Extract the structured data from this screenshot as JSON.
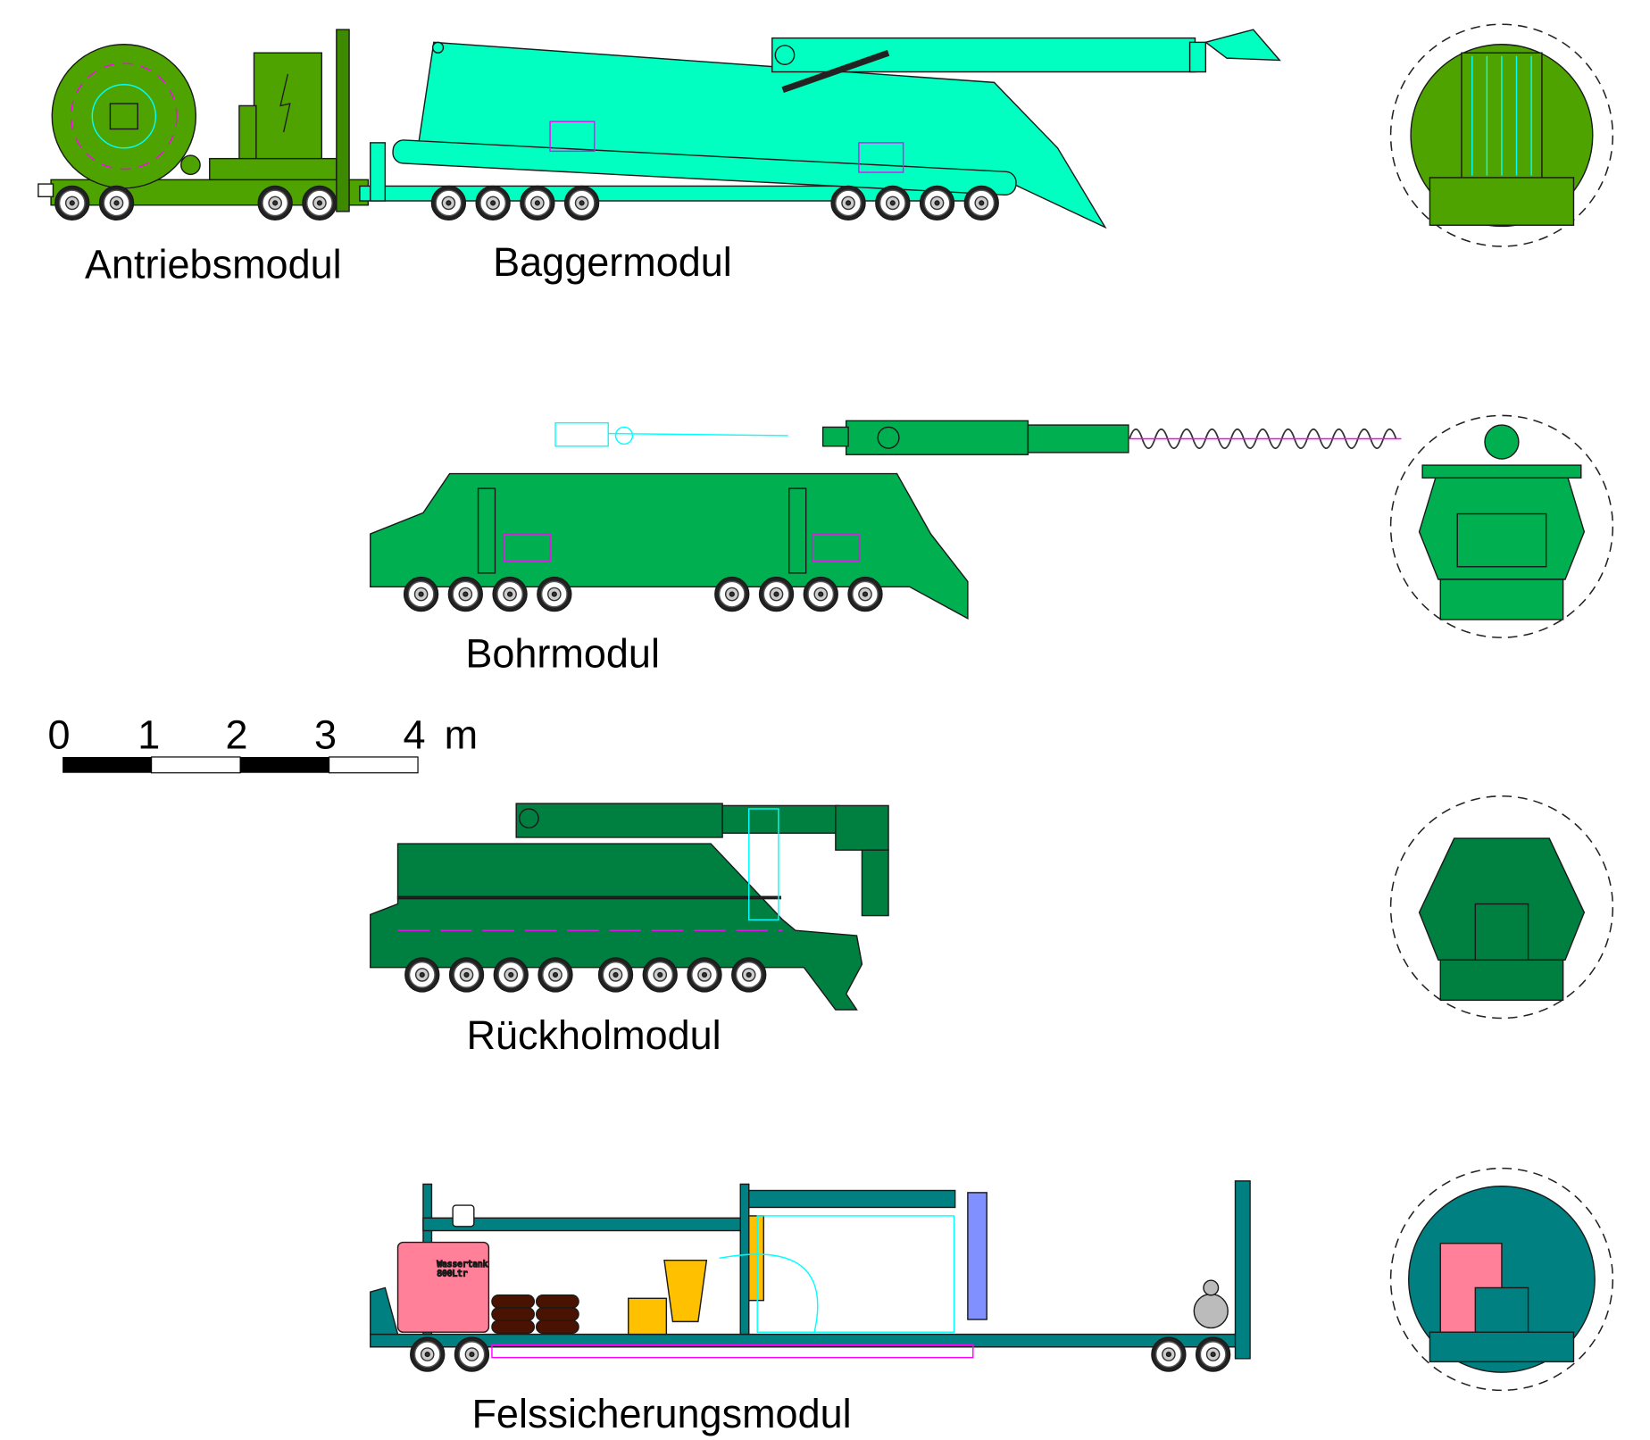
{
  "modules": [
    {
      "id": "antrieb",
      "label": "Antriebsmodul"
    },
    {
      "id": "bagger",
      "label": "Baggermodul"
    },
    {
      "id": "bohr",
      "label": "Bohrmodul"
    },
    {
      "id": "rueckhol",
      "label": "Rückholmodul"
    },
    {
      "id": "felssicherung",
      "label": "Felssicherungsmodul"
    }
  ],
  "scale_bar": {
    "ticks": [
      "0",
      "1",
      "2",
      "3",
      "4"
    ],
    "unit": "m"
  },
  "tank_label": {
    "line1": "Wassertank",
    "line2": "800Ltr"
  },
  "colors": {
    "antrieb": "#4ea300",
    "bagger": "#00ffc0",
    "bohr": "#00b050",
    "rueckhol": "#008040",
    "felssicherung": "#008080",
    "tank": "#ff8098",
    "accent_magenta": "#ff00ff",
    "accent_cyan": "#00ffff",
    "yellow": "#ffc000"
  }
}
